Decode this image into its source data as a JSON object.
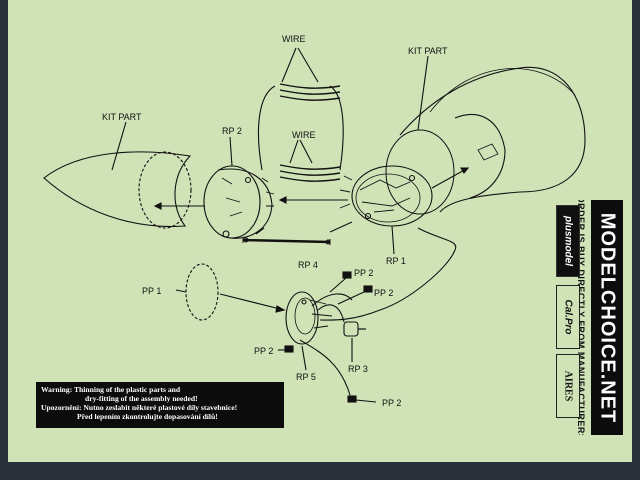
{
  "labels": {
    "wire_top": "WIRE",
    "wire_mid": "WIRE",
    "kit_part_left": "KIT PART",
    "kit_part_right": "KIT PART",
    "rp2_top": "RP 2",
    "rp1": "RP 1",
    "rp4": "RP 4",
    "pp1": "PP 1",
    "pp2_a": "PP 2",
    "pp2_b": "PP 2",
    "pp2_c": "PP 2",
    "pp2_d": "PP 2",
    "rp5": "RP 5",
    "rp3": "RP 3"
  },
  "warning": {
    "line1": "Warning: Thinning of the plastic parts and",
    "line2": "dry-fitting of the assembly needed!",
    "line3": "Upozornění: Nutno zeslabit některé plastové díly stavebnice!",
    "line4": "Před lepením zkontrolujte dopasování dílů!"
  },
  "brand": {
    "name": "MODELCHOICE.NET",
    "tagline": "ORDER IS BUY DIRECTLY FROM MANUFACTURERS",
    "logo_plusmodel": "plusmodel",
    "logo_cal": "Cal.Pro",
    "logo_aires": "AIRES"
  },
  "colors": {
    "paper": "#cfe3b7",
    "ink": "#111111",
    "background": "#2a2f3a"
  }
}
